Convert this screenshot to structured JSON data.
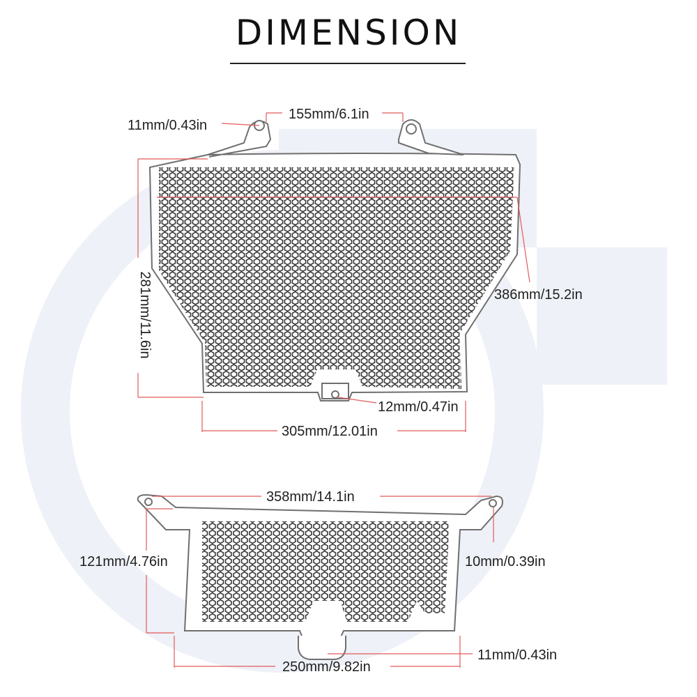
{
  "title": "DIMENSION",
  "top_guard": {
    "bolt_hole": "11mm/0.43in",
    "mount_spacing": "155mm/6.1in",
    "height": "281mm/11.6in",
    "top_width": "386mm/15.2in",
    "bottom_hole": "12mm/0.47in",
    "bottom_width": "305mm/12.01in"
  },
  "bottom_guard": {
    "top_width": "358mm/14.1in",
    "height": "121mm/4.76in",
    "side_hole": "10mm/0.39in",
    "bottom_hole": "11mm/0.43in",
    "bottom_width": "250mm/9.82in"
  },
  "colors": {
    "watermark": "#eef1f7",
    "dim_line": "#e05a5a",
    "outline": "#6f6f6f",
    "mesh_hole": "#3a3a3a"
  }
}
